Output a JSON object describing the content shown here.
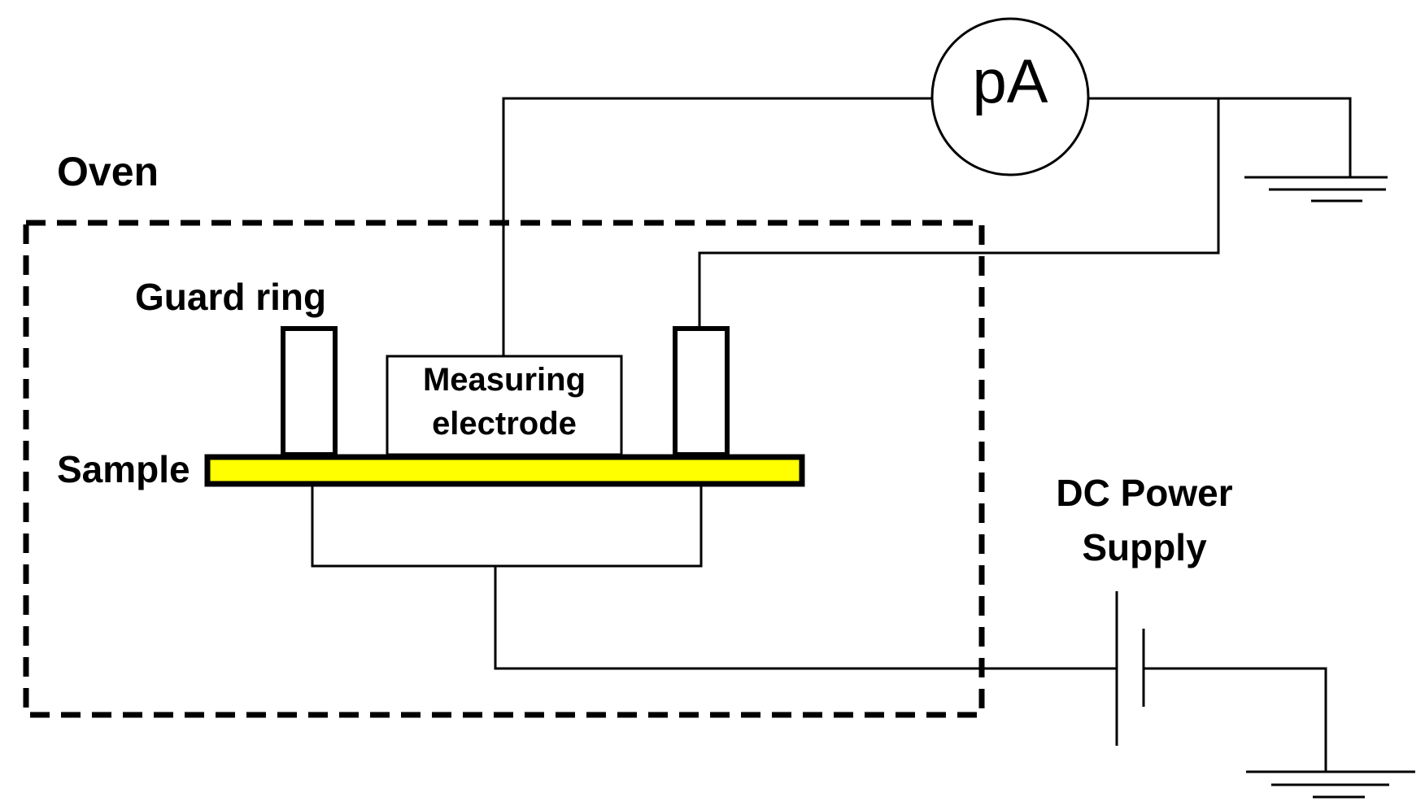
{
  "labels": {
    "oven": "Oven",
    "guard_ring": "Guard ring",
    "measuring_electrode_line1": "Measuring",
    "measuring_electrode_line2": "electrode",
    "sample": "Sample",
    "dc_power_supply_line1": "DC Power",
    "dc_power_supply_line2": "Supply",
    "picoammeter": "pA"
  },
  "colors": {
    "sample_fill": "#ffff00",
    "line": "#000000",
    "background": "#ffffff"
  }
}
